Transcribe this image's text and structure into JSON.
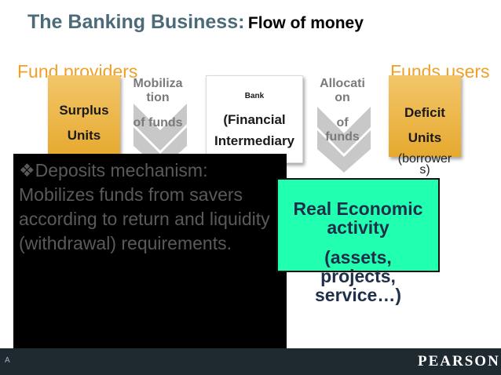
{
  "title": {
    "main": "The Banking Business:",
    "sub": "Flow of money"
  },
  "fund_providers": "Fund providers",
  "funds_users": "Funds users",
  "surplus_box": {
    "line1": "Surplus",
    "line2": "Units"
  },
  "mobilization": {
    "line1": "Mobiliza",
    "line2": "tion",
    "line3": "of funds"
  },
  "bank_box": {
    "small": "Bank",
    "line1": "(Financial",
    "line2": "Intermediary"
  },
  "allocation": {
    "line1": "Allocati",
    "line2": "on",
    "line3": "of",
    "line4": "funds"
  },
  "deficit_box": {
    "line1": "Deficit",
    "line2": "Units"
  },
  "borrower": {
    "line1": "(borrower",
    "line2": "s)"
  },
  "deposits": {
    "bullet": "❖",
    "text": "Deposits mechanism: Mobilizes funds from savers according to return and liquidity (withdrawal) requirements."
  },
  "economic": {
    "line1": "Real Economic",
    "line2": "activity",
    "line3": "(assets,",
    "line4": "projects,",
    "line5": "service…)"
  },
  "footer": {
    "left": "A",
    "brand": "PEARSON"
  },
  "colors": {
    "title": "#4c6b78",
    "orange_label": "#f0a025",
    "box_gold": "#e6a92f",
    "economic_green": "#21ffb0",
    "chevron_gray": "#bfbfbf",
    "footer_bar": "#1e2a30"
  }
}
